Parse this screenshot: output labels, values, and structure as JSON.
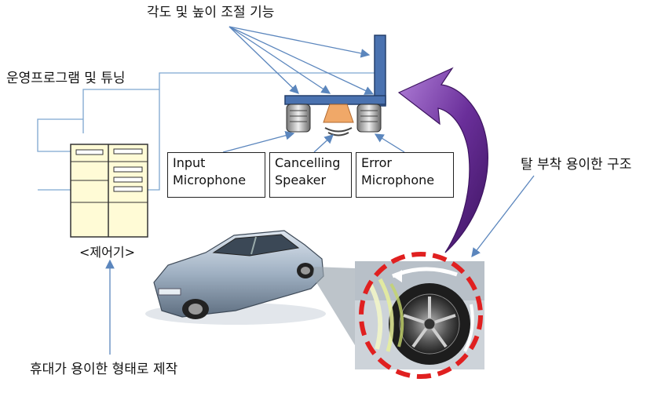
{
  "labels": {
    "angle_height": "각도 및 높이 조절 기능",
    "program_tuning": "운영프로그램 및 튜닝",
    "controller": "<제어기>",
    "detachable": "탈 부착 용이한 구조",
    "portable": "휴대가 용이한 형태로 제작"
  },
  "boxes": {
    "input": {
      "line1": "Input",
      "line2": "Microphone"
    },
    "cancelling": {
      "line1": "Cancelling",
      "line2": "Speaker"
    },
    "error": {
      "line1": "Error",
      "line2": "Microphone"
    }
  },
  "colors": {
    "arm": "#4a72b0",
    "arrow_purple": "#7a3fa8",
    "dashed_ring": "#e02020",
    "connector": "#7ea6d0",
    "controller_fill": "#fffbd6"
  }
}
